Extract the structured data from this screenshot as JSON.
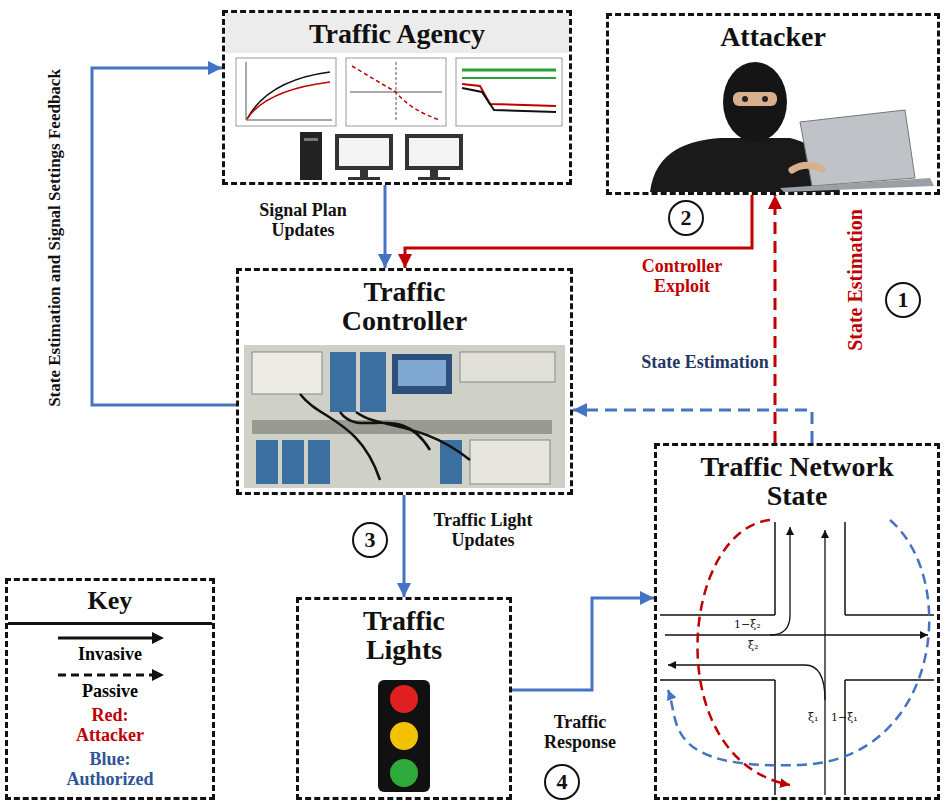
{
  "diagram": {
    "nodes": [
      {
        "text": [
          "Traffic Agency"
        ]
      },
      {
        "text": [
          "Attacker"
        ]
      },
      {
        "text": [
          "Traffic Controller"
        ]
      },
      {
        "text": [
          "Traffic Network State"
        ]
      },
      {
        "text": [
          "Traffic Lights"
        ]
      }
    ],
    "edges": [
      {
        "from": 0,
        "to": 2,
        "arrow": "to",
        "label": "Signal Plan Updates"
      },
      {
        "from": 2,
        "to": 0,
        "arrow": "to",
        "label": "State Estimation and Signal Settings Feedback"
      },
      {
        "from": 3,
        "to": 1,
        "arrow": "to",
        "label": "State Estimation"
      },
      {
        "from": 1,
        "to": 2,
        "arrow": "to",
        "label": "Controller Exploit"
      },
      {
        "from": 3,
        "to": 2,
        "arrow": "to",
        "label": "State Estimation"
      },
      {
        "from": 2,
        "to": 4,
        "arrow": "to",
        "label": "Traffic Light Updates"
      },
      {
        "from": 4,
        "to": 3,
        "arrow": "to",
        "label": "Traffic Response"
      }
    ],
    "labels": [
      "1",
      "2",
      "3",
      "4",
      "Key",
      "1−ξ₂",
      "ξ₂",
      "ξ₁",
      "1−ξ₁"
    ],
    "legend": [
      {
        "text": "Invasive"
      },
      {
        "text": "Passive"
      },
      {
        "text": "Red: Attacker",
        "color": "#c00000"
      },
      {
        "text": "Blue: Authorized",
        "color": "#2f5597"
      }
    ]
  }
}
